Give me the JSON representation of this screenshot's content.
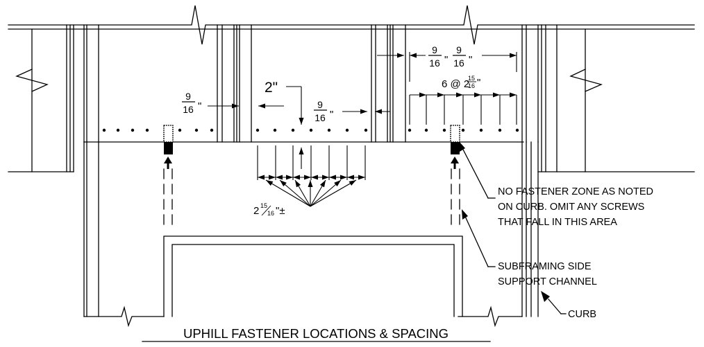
{
  "title": "UPHILL FASTENER LOCATIONS & SPACING",
  "dimensions": {
    "seam_gap": {
      "num": "9",
      "den": "16",
      "unit": "\""
    },
    "first_screw": {
      "value": "2\""
    },
    "edge_top_left": {
      "num": "9",
      "den": "16",
      "unit": "\""
    },
    "edge_top_right": {
      "num": "9",
      "den": "16",
      "unit": "\""
    },
    "spacing_pattern": {
      "prefix": "6 @ 2",
      "num": "15",
      "den": "16",
      "unit": "\""
    },
    "typical_spacing": {
      "whole": "2",
      "num": "15",
      "den": "16",
      "suffix": "\"±"
    }
  },
  "notes": {
    "no_fastener_zone": [
      "NO FASTENER ZONE AS NOTED",
      "ON CURB. OMIT ANY SCREWS",
      "THAT FALL IN THIS AREA"
    ],
    "subframing": [
      "SUBFRAMING SIDE",
      "SUPPORT CHANNEL"
    ],
    "curb": "CURB"
  }
}
